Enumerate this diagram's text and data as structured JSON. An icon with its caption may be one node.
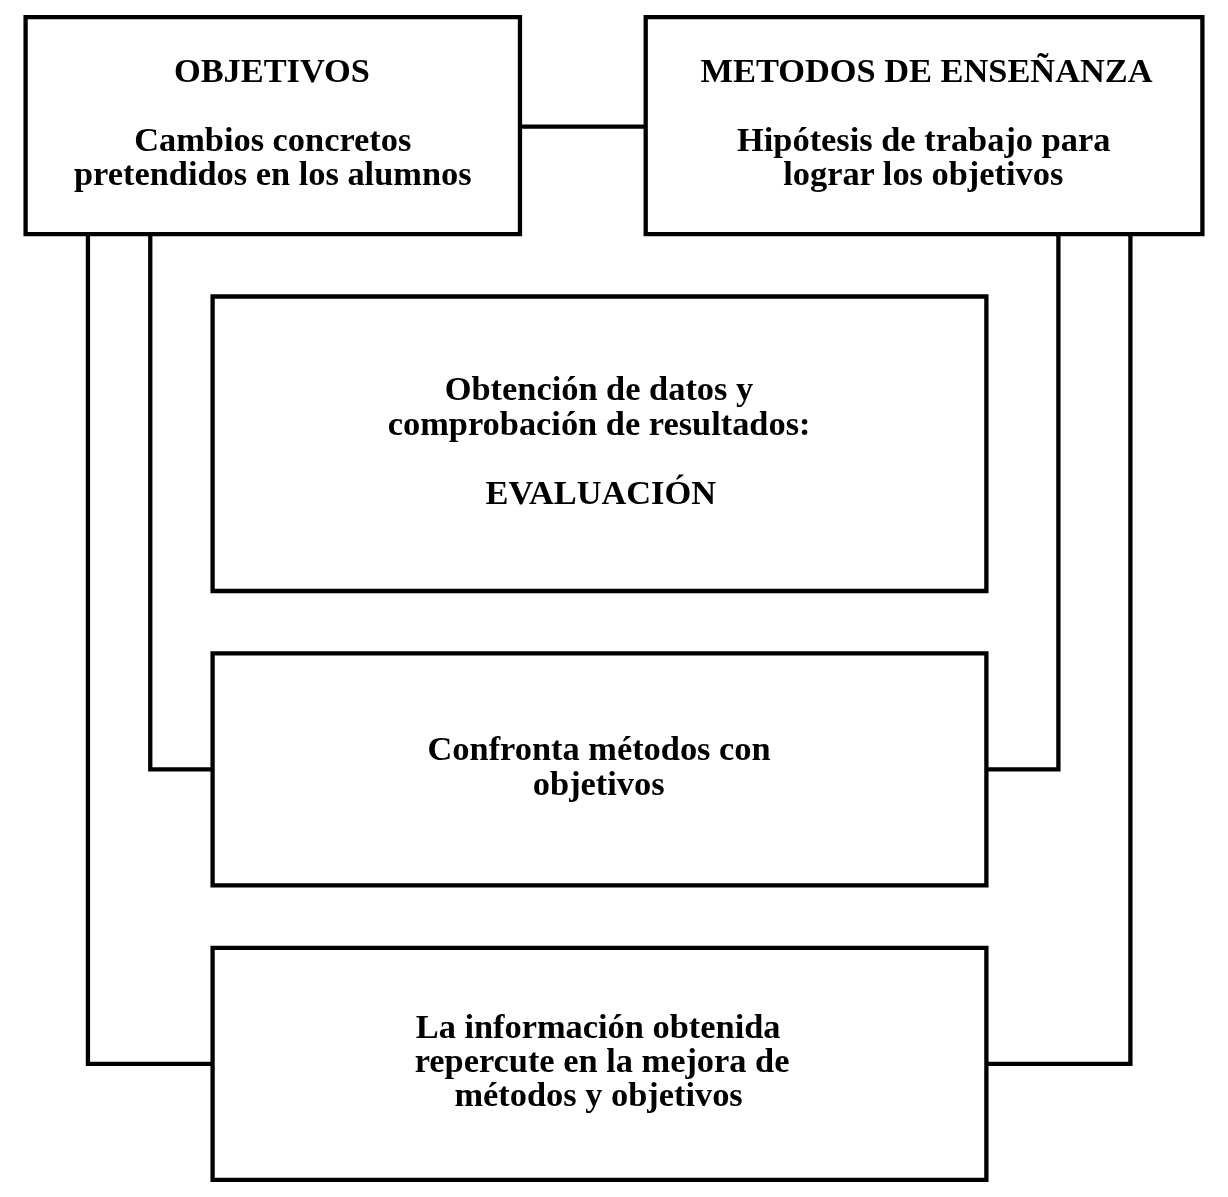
{
  "diagram": {
    "nodes": [
      {
        "text": [
          "OBJETIVOS",
          "Cambios concretos pretendidos en los alumnos"
        ]
      },
      {
        "text": [
          "METODOS DE ENSEÑANZA",
          "Hipótesis de trabajo para lograr los objetivos"
        ]
      },
      {
        "text": [
          "Obtención de datos y comprobación de resultados:",
          "EVALUACIÓN"
        ]
      },
      {
        "text": [
          "Confronta métodos con objetivos"
        ]
      },
      {
        "text": [
          "La información obtenida repercute en la mejora de métodos y objetivos"
        ]
      }
    ],
    "edges": [
      {
        "from": 0,
        "to": 1,
        "arrow": "none"
      },
      {
        "from": 0,
        "to": 3,
        "arrow": "none"
      },
      {
        "from": 1,
        "to": 3,
        "arrow": "none"
      },
      {
        "from": 0,
        "to": 4,
        "arrow": "none"
      },
      {
        "from": 1,
        "to": 4,
        "arrow": "none"
      }
    ]
  }
}
